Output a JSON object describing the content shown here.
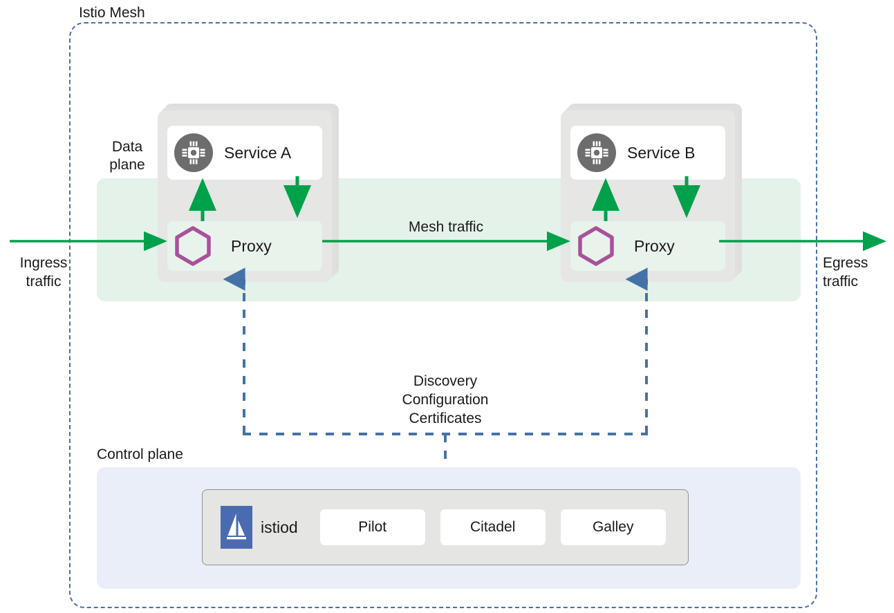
{
  "diagram": {
    "title": "Istio Mesh",
    "mesh_label": "Istio Mesh",
    "data_plane_label": "Data\nplane",
    "control_plane_label": "Control plane"
  },
  "flows": {
    "ingress": "Ingress\ntraffic",
    "egress": "Egress\ntraffic",
    "mesh_traffic": "Mesh traffic",
    "control_flow": "Discovery\nConfiguration\nCertificates"
  },
  "pods": [
    {
      "id": "pod-a",
      "service_label": "Service A",
      "service_icon": "cpu-chip-icon",
      "proxy_label": "Proxy",
      "proxy_icon": "hexagon-icon"
    },
    {
      "id": "pod-b",
      "service_label": "Service B",
      "service_icon": "cpu-chip-icon",
      "proxy_label": "Proxy",
      "proxy_icon": "hexagon-icon"
    }
  ],
  "control_plane": {
    "istiod_name": "istiod",
    "istiod_logo": "istio-sailboat-logo",
    "components": [
      {
        "label": "Pilot"
      },
      {
        "label": "Citadel"
      },
      {
        "label": "Galley"
      }
    ]
  },
  "colors": {
    "mesh_border": "#4a6fad",
    "data_plane_bg": "#e4f2e9",
    "control_plane_bg": "#eaeef8",
    "traffic_arrow": "#00a14b",
    "control_arrow": "#4472a8",
    "proxy_hexagon": "#a9519b",
    "service_icon_bg": "#6d6d6d",
    "istiod_logo_bg": "#4a6bb0",
    "pod_bg": "#e6e6e4"
  }
}
